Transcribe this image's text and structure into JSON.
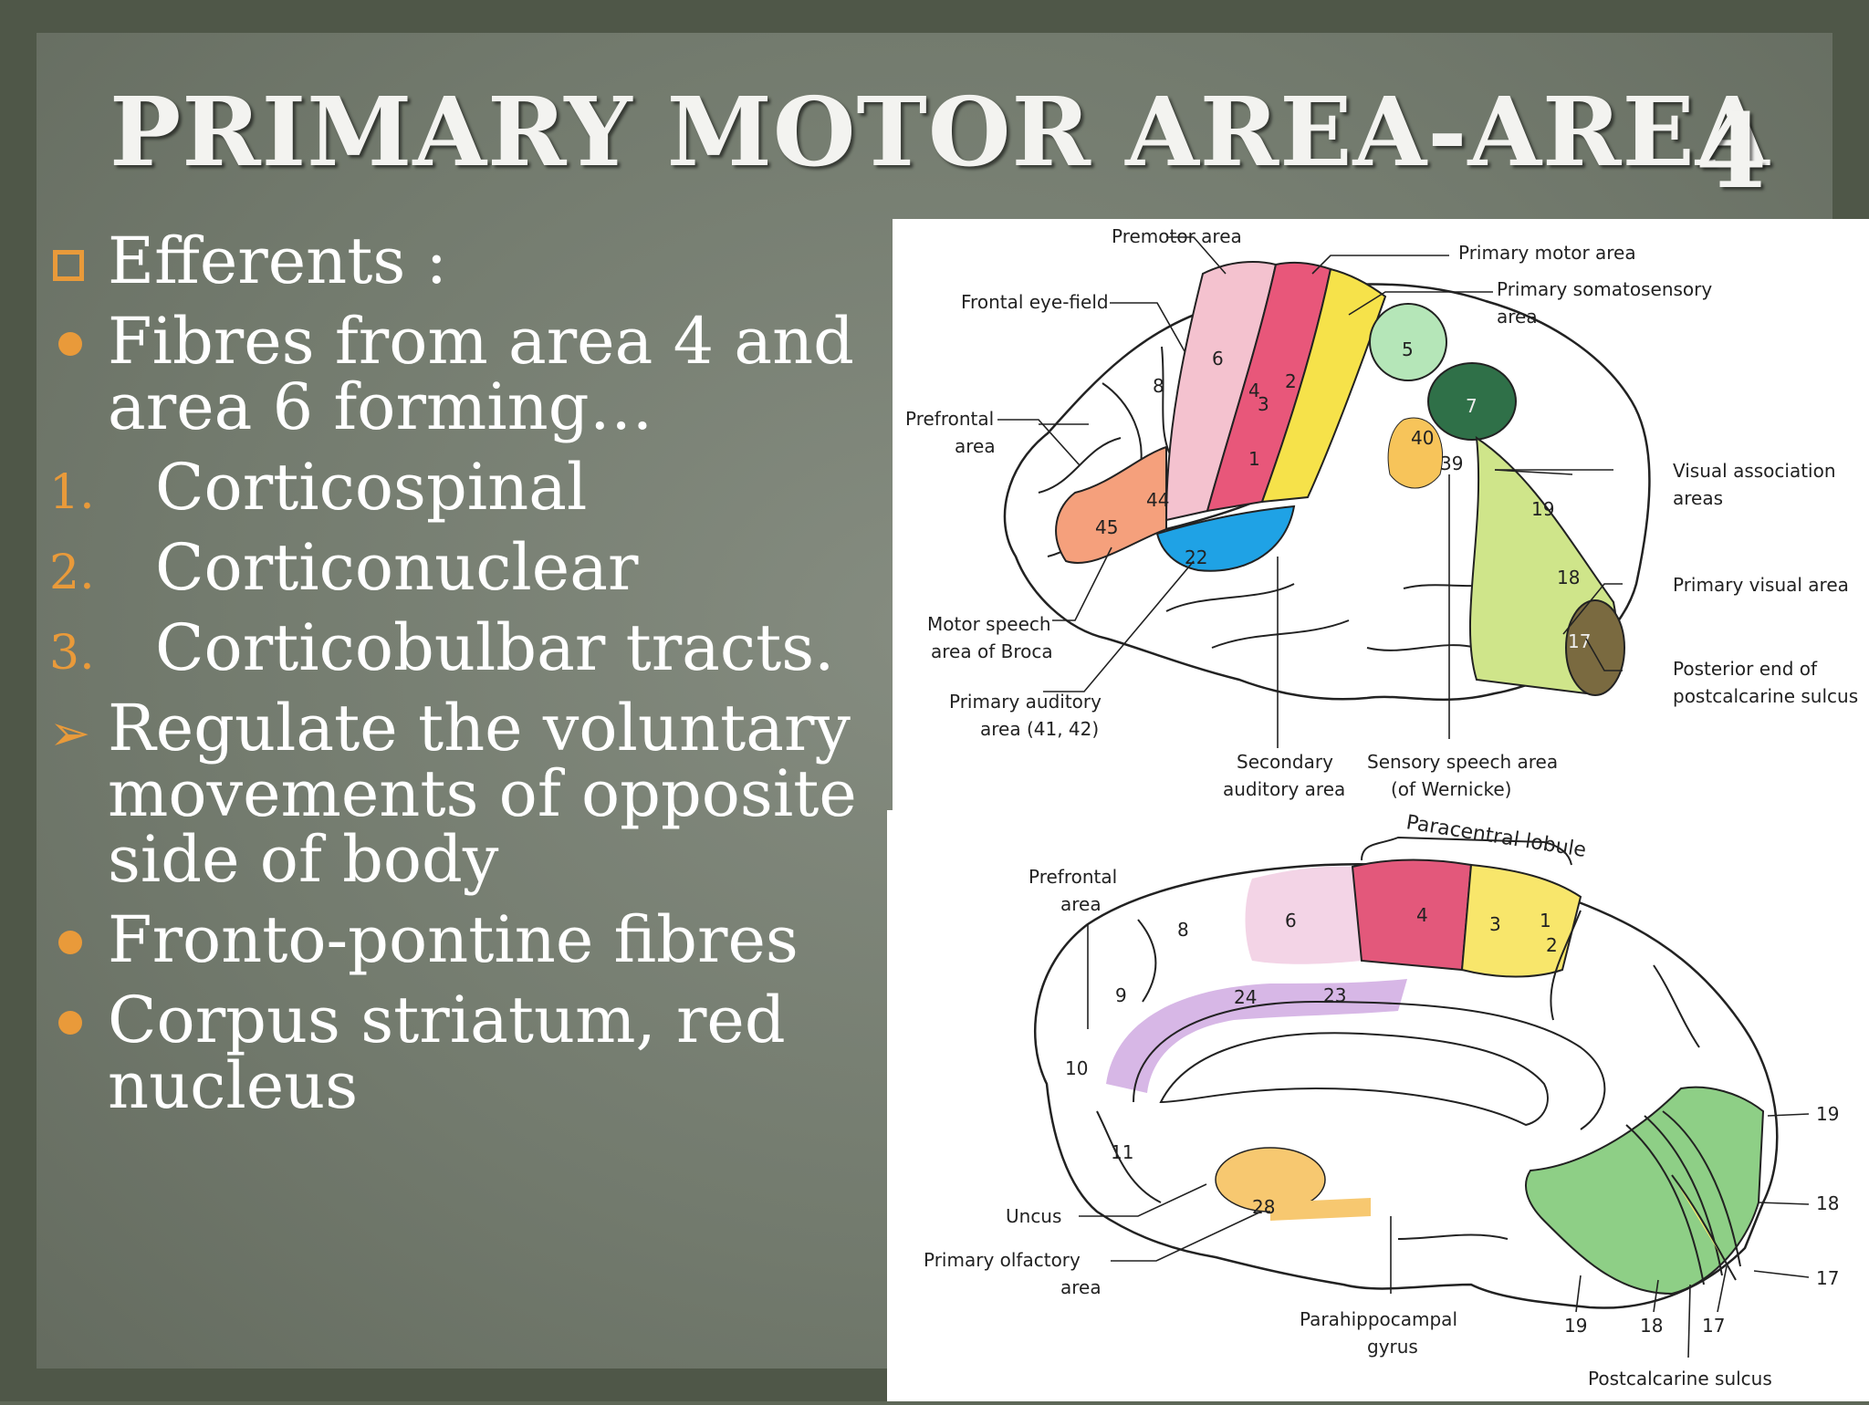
{
  "slide": {
    "title": "PRIMARY MOTOR AREA-AREA",
    "title_number": "4"
  },
  "content": {
    "heading": "Efferents :",
    "bullet1": "Fibres from area 4 and",
    "bullet1_cont": "area 6 forming…",
    "list": [
      {
        "num": "1.",
        "text": "Corticospinal"
      },
      {
        "num": "2.",
        "text": "Corticonuclear"
      },
      {
        "num": "3.",
        "text": "Corticobulbar tracts."
      }
    ],
    "arrow_line1": "Regulate the voluntary",
    "arrow_line2": "movements of opposite",
    "arrow_line3": "side of body",
    "bullet2": "Fronto-pontine fibres",
    "bullet3": "Corpus striatum, red",
    "bullet3_cont": "nucleus"
  },
  "lateral": {
    "premotor": "Premotor area",
    "primary_motor": "Primary motor area",
    "frontal_eye": "Frontal eye-field",
    "somato1": "Primary somatosensory",
    "somato2": "area",
    "prefrontal1": "Prefrontal",
    "prefrontal2": "area",
    "visual_assoc1": "Visual association",
    "visual_assoc2": "areas",
    "primary_visual": "Primary visual area",
    "broca1": "Motor speech",
    "broca2": "area of Broca",
    "post_end1": "Posterior end of",
    "post_end2": "postcalcarine sulcus",
    "auditory1": "Primary auditory",
    "auditory2": "area (41, 42)",
    "sec_aud1": "Secondary",
    "sec_aud2": "auditory area",
    "wernicke1": "Sensory speech area",
    "wernicke2": "(of Wernicke)",
    "areas": {
      "a6": "6",
      "a4": "4",
      "a3": "3",
      "a2": "2",
      "a1": "1",
      "a5": "5",
      "a7": "7",
      "a8": "8",
      "a44": "44",
      "a45": "45",
      "a40": "40",
      "a39": "39",
      "a22": "22",
      "a19": "19",
      "a18": "18",
      "a17": "17"
    }
  },
  "medial": {
    "paracentral": "Paracentral lobule",
    "prefrontal1": "Prefrontal",
    "prefrontal2": "area",
    "uncus": "Uncus",
    "olfactory1": "Primary olfactory",
    "olfactory2": "area",
    "parahippo1": "Parahippocampal",
    "parahippo2": "gyrus",
    "postcalcarine": "Postcalcarine sulcus",
    "areas": {
      "a8": "8",
      "a6": "6",
      "a4": "4",
      "a3": "3",
      "a1": "1",
      "a2": "2",
      "a9": "9",
      "a24": "24",
      "a23": "23",
      "a10": "10",
      "a11": "11",
      "a28": "28"
    },
    "right_labels": [
      "19",
      "18",
      "17"
    ],
    "bottom_labels": [
      "19",
      "18",
      "17"
    ]
  }
}
